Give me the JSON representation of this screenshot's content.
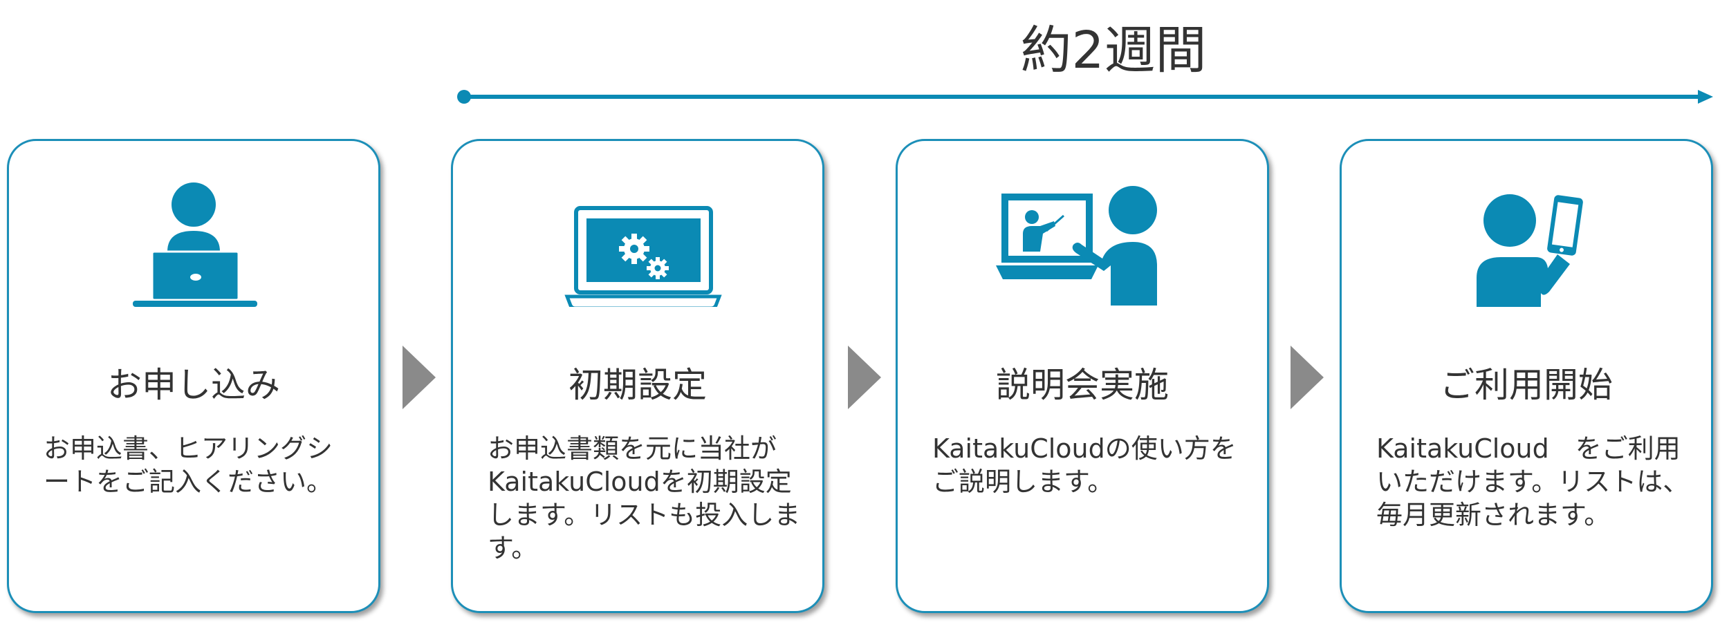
{
  "timeline": {
    "label": "約2週間"
  },
  "steps": [
    {
      "title": "お申し込み",
      "description": "お申込書、ヒアリングシートをご記入ください。",
      "icon": "person-laptop-icon"
    },
    {
      "title": "初期設定",
      "description": "お申込書類を元に当社がKaitakuCloudを初期設定します。リストも投入します。",
      "icon": "laptop-gears-icon"
    },
    {
      "title": "説明会実施",
      "description": "KaitakuCloudの使い方をご説明します。",
      "icon": "presentation-icon"
    },
    {
      "title": "ご利用開始",
      "description": "KaitakuCloud　をご利用いただけます。リストは、毎月更新されます。",
      "icon": "person-smartphone-icon"
    }
  ],
  "colors": {
    "accent": "#0b8ab4",
    "border": "#1c8fb8",
    "chevron": "#8a8a8a",
    "text": "#333333"
  }
}
